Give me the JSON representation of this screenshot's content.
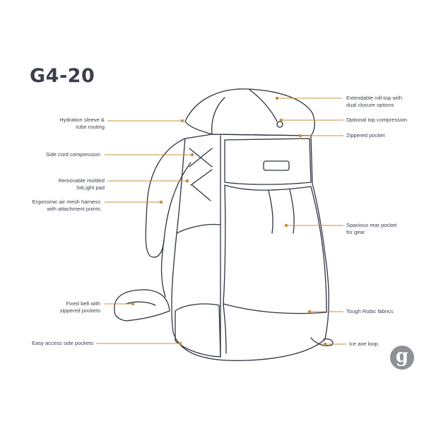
{
  "title": "G4-20",
  "accent_color": "#c8913a",
  "line_color": "#2f3440",
  "logo_text": "g",
  "labels": {
    "hydration": [
      "Hydration sleeve &",
      "tube routing"
    ],
    "side_cord": [
      "Side cord compression"
    ],
    "sitlight": [
      "Removable molded",
      "SitLight pad"
    ],
    "harness": [
      "Ergonomic air mesh harness",
      "with attachment points"
    ],
    "belt": [
      "Fixed belt with",
      "zippered pockets"
    ],
    "side_pockets": [
      "Easy access side pockets"
    ],
    "roll_top": [
      "Extendable roll-top with",
      "dual closure options"
    ],
    "top_compression": [
      "Optional top compression"
    ],
    "zip_pocket": [
      "Zippered pocket"
    ],
    "rear_pocket": [
      "Spacious rear pocket",
      "for gear"
    ],
    "robic": [
      "Tough Robic fabrics"
    ],
    "ice_axe": [
      "Ice axe loop"
    ]
  }
}
